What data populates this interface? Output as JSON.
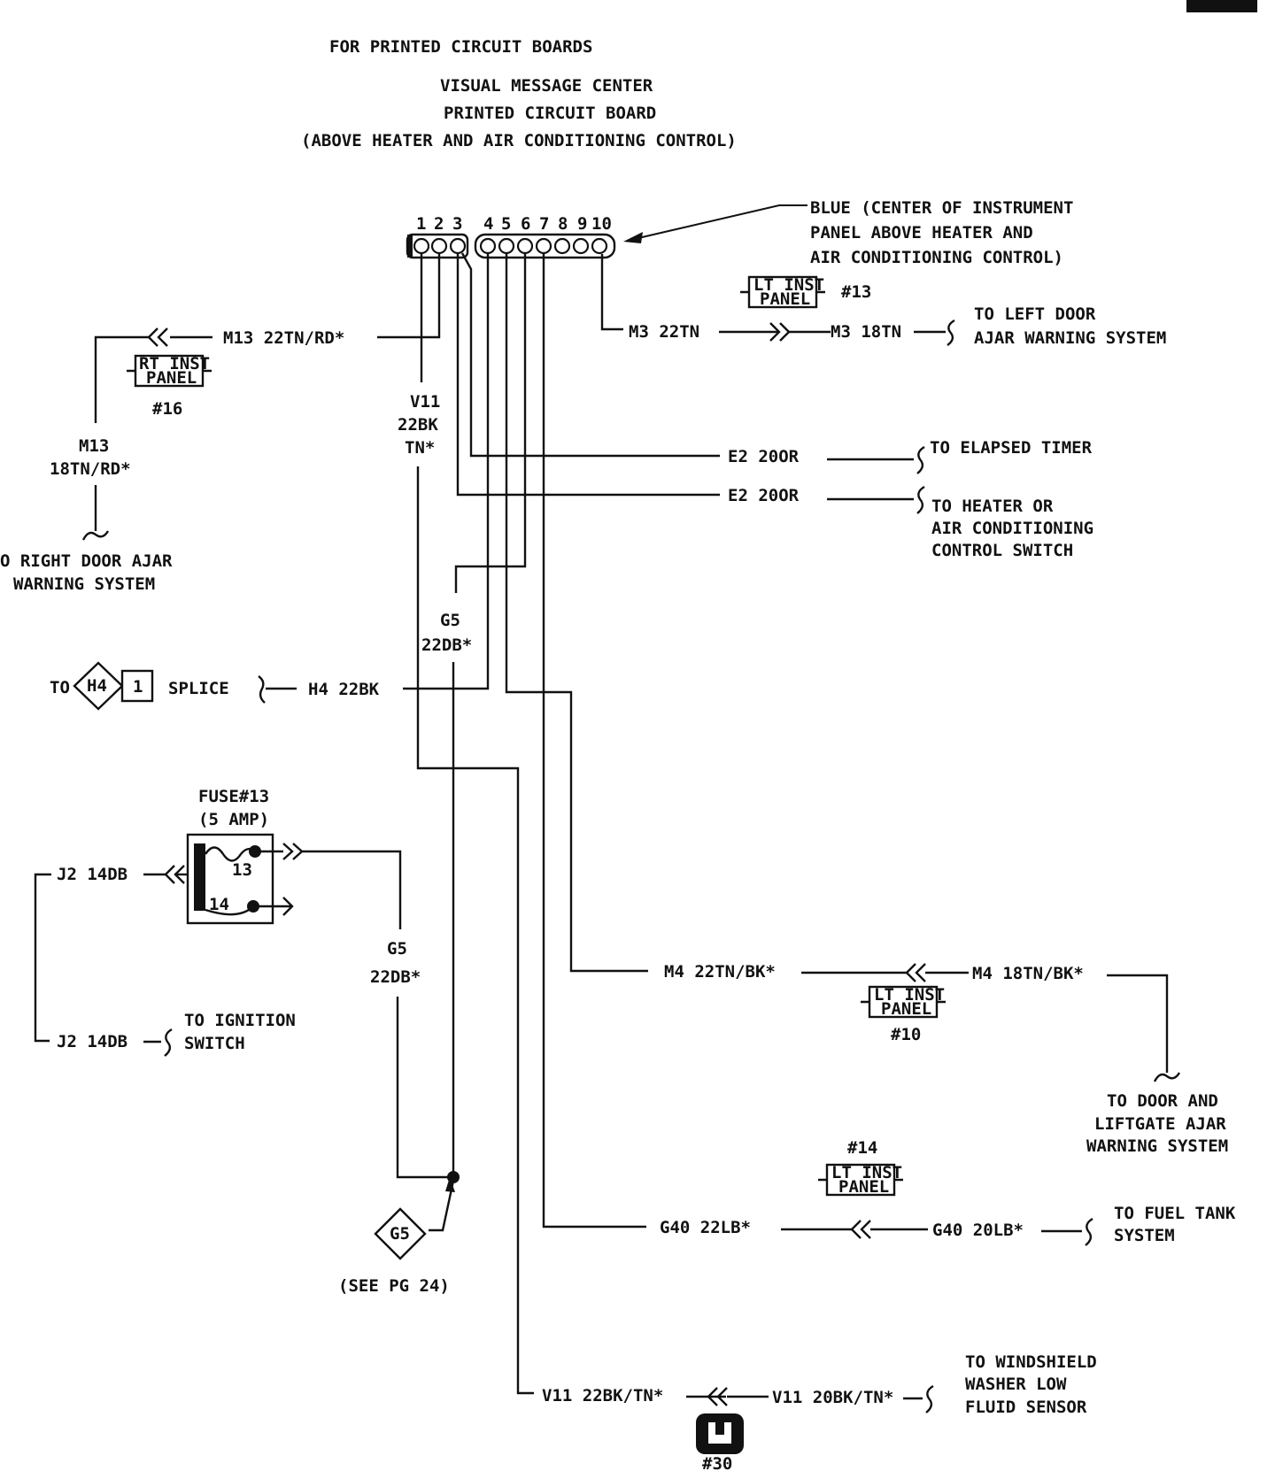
{
  "header": {
    "line1": "FOR PRINTED CIRCUIT BOARDS",
    "line2": "VISUAL MESSAGE CENTER",
    "line3": "PRINTED CIRCUIT BOARD",
    "line4": "(ABOVE HEATER AND AIR CONDITIONING CONTROL)"
  },
  "connector": {
    "pins": [
      "1",
      "2",
      "3",
      "4",
      "5",
      "6",
      "7",
      "8",
      "9",
      "10"
    ],
    "desc1": "BLUE (CENTER OF INSTRUMENT",
    "desc2": "PANEL ABOVE HEATER AND",
    "desc3": "AIR CONDITIONING CONTROL)"
  },
  "connectors": {
    "c13": {
      "lbl1": "LT INST",
      "lbl2": "PANEL",
      "num": "#13"
    },
    "c16": {
      "lbl1": "RT INST",
      "lbl2": "PANEL",
      "num": "#16"
    },
    "c10": {
      "lbl1": "LT INST",
      "lbl2": "PANEL",
      "num": "#10"
    },
    "c14": {
      "lbl1": "LT INST",
      "lbl2": "PANEL",
      "num": "#14"
    },
    "c30": {
      "num": "#30"
    }
  },
  "wires": {
    "m3a": "M3 22TN",
    "m3b": "M3 18TN",
    "m13a": "M13 22TN/RD*",
    "m13b1": "M13",
    "m13b2": "18TN/RD*",
    "v11a1": "V11",
    "v11a2": "22BK",
    "v11a3": "TN*",
    "e2a": "E2 20OR",
    "e2b": "E2 20OR",
    "g5a1": "G5",
    "g5a2": "22DB*",
    "h4": "H4 22BK",
    "j2a": "J2 14DB",
    "j2b": "J2 14DB",
    "g5b1": "G5",
    "g5b2": "22DB*",
    "m4a": "M4 22TN/BK*",
    "m4b": "M4 18TN/BK*",
    "g40a": "G40 22LB*",
    "g40b": "G40 20LB*",
    "v11b": "V11 22BK/TN*",
    "v11c": "V11 20BK/TN*"
  },
  "destinations": {
    "left_door1": "TO LEFT DOOR",
    "left_door2": "AJAR WARNING SYSTEM",
    "right_door1": "O RIGHT DOOR AJAR",
    "right_door2": "WARNING SYSTEM",
    "elapsed": "TO ELAPSED TIMER",
    "heater1": "TO HEATER OR",
    "heater2": "AIR CONDITIONING",
    "heater3": "CONTROL SWITCH",
    "splice_to": "TO",
    "splice_label": "SPLICE",
    "ignition1": "TO IGNITION",
    "ignition2": "SWITCH",
    "liftgate1": "TO DOOR AND",
    "liftgate2": "LIFTGATE AJAR",
    "liftgate3": "WARNING SYSTEM",
    "fuel1": "TO FUEL TANK",
    "fuel2": "SYSTEM",
    "washer1": "TO WINDSHIELD",
    "washer2": "WASHER LOW",
    "washer3": "FLUID SENSOR"
  },
  "splice": {
    "id": "H4",
    "num": "1"
  },
  "fuse": {
    "title1": "FUSE#13",
    "title2": "(5 AMP)",
    "cavity_top": "13",
    "cavity_bottom": "14"
  },
  "ground": {
    "id": "G5",
    "note": "(SEE PG 24)"
  }
}
